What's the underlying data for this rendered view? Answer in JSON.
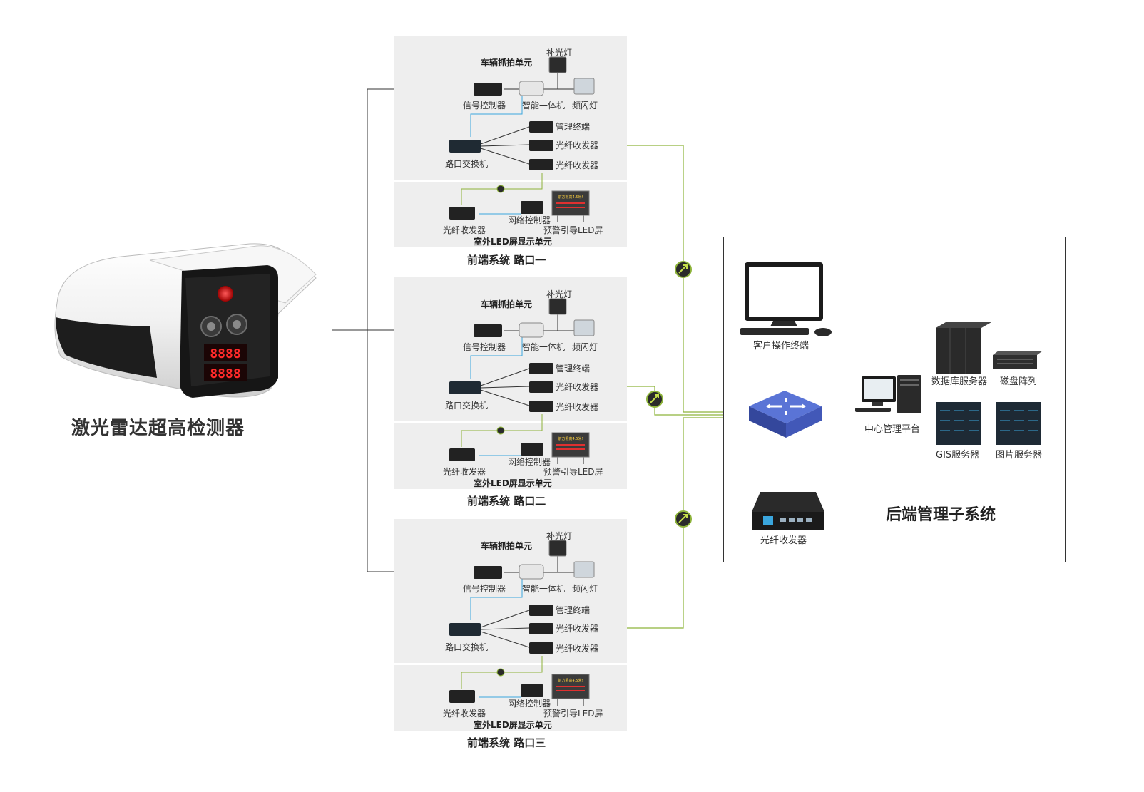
{
  "camera": {
    "title": "激光雷达超高检测器",
    "display": "8888"
  },
  "sites": [
    {
      "title": "前端系统  路口一",
      "capture_unit": "车辆抓拍单元",
      "fill_light": "补光灯",
      "signal_controller": "信号控制器",
      "smart_camera": "智能一体机",
      "strobe": "频闪灯",
      "mgmt_terminal": "管理终端",
      "fiber_1": "光纤收发器",
      "fiber_2": "光纤收发器",
      "switch": "路口交换机",
      "led_fiber": "光纤收发器",
      "net_controller": "网络控制器",
      "led_screen": "预警引导LED屏",
      "led_unit": "室外LED屏显示单元",
      "led_text": "前方限高4.5米!"
    },
    {
      "title": "前端系统  路口二",
      "capture_unit": "车辆抓拍单元",
      "fill_light": "补光灯",
      "signal_controller": "信号控制器",
      "smart_camera": "智能一体机",
      "strobe": "频闪灯",
      "mgmt_terminal": "管理终端",
      "fiber_1": "光纤收发器",
      "fiber_2": "光纤收发器",
      "switch": "路口交换机",
      "led_fiber": "光纤收发器",
      "net_controller": "网络控制器",
      "led_screen": "预警引导LED屏",
      "led_unit": "室外LED屏显示单元",
      "led_text": "前方限高4.5米!"
    },
    {
      "title": "前端系统  路口三",
      "capture_unit": "车辆抓拍单元",
      "fill_light": "补光灯",
      "signal_controller": "信号控制器",
      "smart_camera": "智能一体机",
      "strobe": "频闪灯",
      "mgmt_terminal": "管理终端",
      "fiber_1": "光纤收发器",
      "fiber_2": "光纤收发器",
      "switch": "路口交换机",
      "led_fiber": "光纤收发器",
      "net_controller": "网络控制器",
      "led_screen": "预警引导LED屏",
      "led_unit": "室外LED屏显示单元",
      "led_text": "前方限高4.5米!"
    }
  ],
  "backend": {
    "title": "后端管理子系统",
    "client": "客户操作终端",
    "db_server": "数据库服务器",
    "disk_array": "磁盘阵列",
    "center": "中心管理平台",
    "gis_server": "GIS服务器",
    "image_server": "图片服务器",
    "fiber": "光纤收发器"
  },
  "colors": {
    "fiber_line": "#8db33a",
    "lan_line": "#3aa6dd",
    "wire_line": "#333333",
    "site_bg": "#eeeeee",
    "switch_blue": "#4a63c8"
  }
}
